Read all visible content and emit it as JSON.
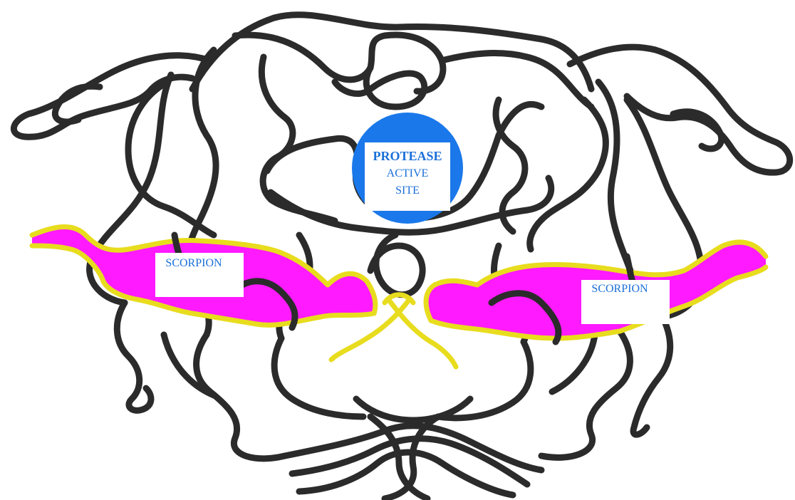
{
  "diagram": {
    "active_site_label": [
      "PROTEASE",
      "ACTIVE",
      "SITE"
    ],
    "left_label": "SCORPION",
    "right_label": "SCORPION"
  },
  "colors": {
    "background": "#ffffff",
    "backbone": "#2b2b2b",
    "ribbon_edge": "#e8dc1e",
    "ribbon_fill": "#ff1aff",
    "active_site_circle": "#1a78ea",
    "label_text": "#1a6fd8",
    "label_box": "#ffffff"
  }
}
